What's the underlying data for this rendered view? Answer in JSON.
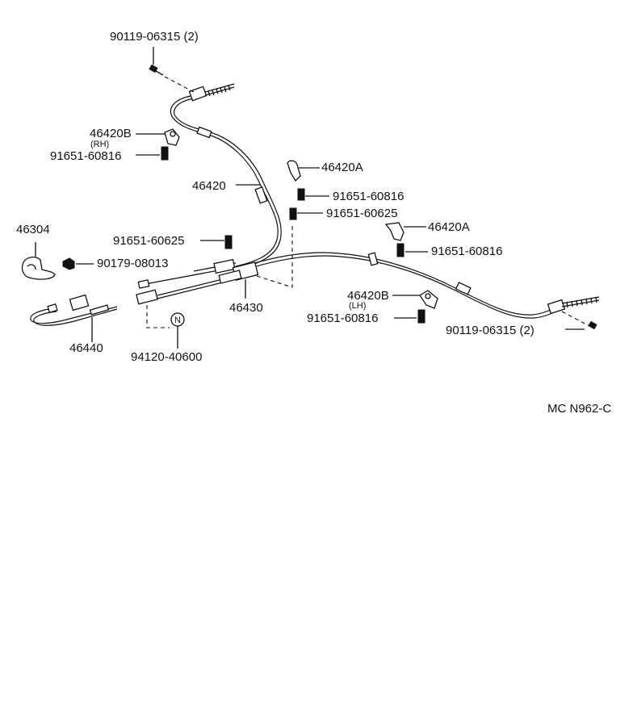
{
  "labels": {
    "bolt_top": "90119-06315 (2)",
    "clamp_rh_part": "46420B",
    "clamp_rh_side": "(RH)",
    "bolt_rh": "91651-60816",
    "cable_rh": "46420",
    "clamp_a_upper": "46420A",
    "bolt_a_upper": "91651-60816",
    "bolt_center": "91651-60625",
    "clamp_a_lower": "46420A",
    "bolt_a_lower": "91651-60816",
    "equalizer_part": "46304",
    "bolt_left_center": "91651-60625",
    "nut_left": "90179-08013",
    "cable_front": "46430",
    "clamp_lh_part": "46420B",
    "clamp_lh_side": "(LH)",
    "bolt_lh": "91651-60816",
    "bolt_right": "90119-06315 (2)",
    "cable_short": "46440",
    "nut_n": "94120-40600",
    "nut_n_symbol": "N",
    "diagram_code": "MC  N962-C"
  }
}
